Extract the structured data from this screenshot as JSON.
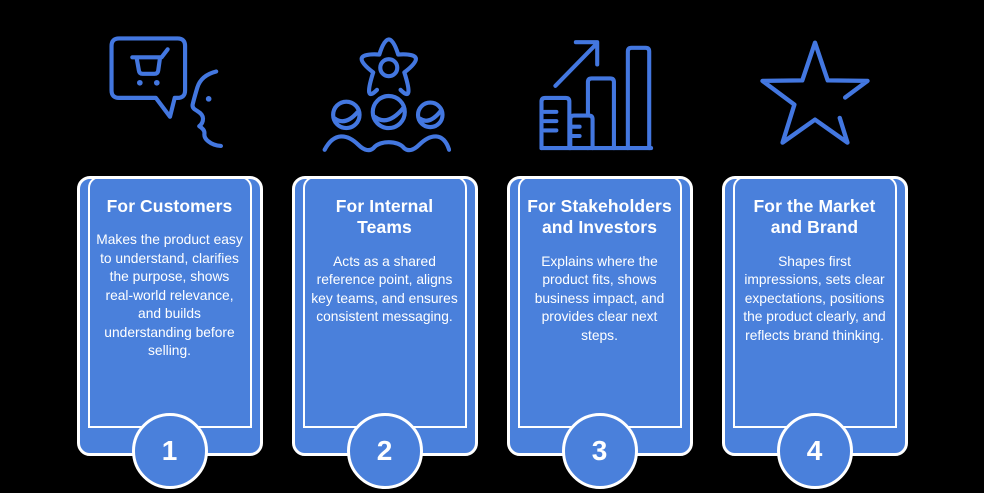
{
  "infographic": {
    "background_color": "#000000",
    "card_color": "#4A80DB",
    "icon_color": "#4377E0",
    "text_color": "#FFFFFF",
    "cards": [
      {
        "number": "1",
        "icon": "customer-conversation-icon",
        "title": "For Customers",
        "body": "Makes the product easy to understand, clarifies the purpose, shows real-world relevance, and builds understanding before selling."
      },
      {
        "number": "2",
        "icon": "team-gear-icon",
        "title": "For Internal Teams",
        "body": "Acts as a shared reference point, aligns key teams, and ensures consistent messaging."
      },
      {
        "number": "3",
        "icon": "growth-chart-icon",
        "title": "For Stakeholders and Investors",
        "body": "Explains where the product fits, shows business impact, and provides clear next steps."
      },
      {
        "number": "4",
        "icon": "star-icon",
        "title": "For the Market and Brand",
        "body": "Shapes first impressions, sets clear expectations, positions the product clearly, and reflects brand thinking."
      }
    ]
  }
}
